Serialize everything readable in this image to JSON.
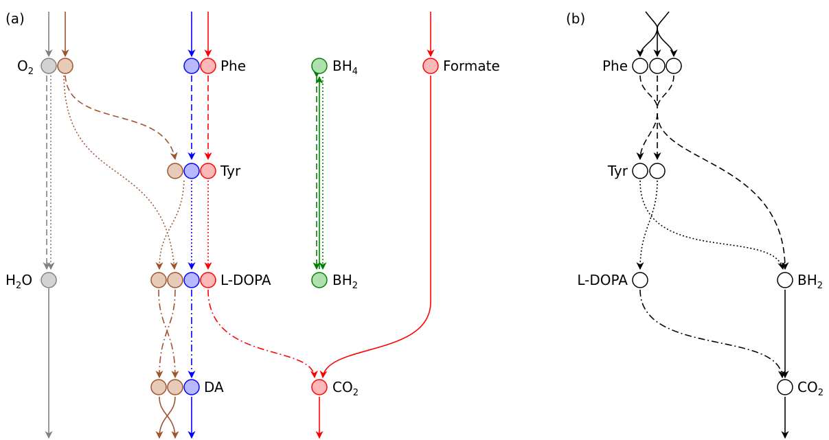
{
  "panels": {
    "a": "(a)",
    "b": "(b)"
  },
  "colors": {
    "gray": "#808080",
    "gray_fill": "#d3d3d3",
    "brown": "#a0522d",
    "brown_fill": "#e6cbb8",
    "blue": "#0000ff",
    "blue_fill": "#b8b8ff",
    "red": "#ff0000",
    "red_fill": "#ffb8b8",
    "green": "#008000",
    "green_fill": "#b0e0b0",
    "black": "#000000"
  },
  "labels_a": {
    "o2": {
      "base": "O",
      "sub": "2"
    },
    "phe": "Phe",
    "bh4": {
      "base": "BH",
      "sub": "4"
    },
    "formate": "Formate",
    "tyr": "Tyr",
    "h2o": {
      "base": "H",
      "sub": "2",
      "tail": "O"
    },
    "ldopa": "L-DOPA",
    "bh2": {
      "base": "BH",
      "sub": "2"
    },
    "da": "DA",
    "co2": {
      "base": "CO",
      "sub": "2"
    }
  },
  "labels_b": {
    "phe": "Phe",
    "tyr": "Tyr",
    "ldopa": "L-DOPA",
    "bh2": {
      "base": "BH",
      "sub": "2"
    },
    "co2": {
      "base": "CO",
      "sub": "2"
    }
  }
}
